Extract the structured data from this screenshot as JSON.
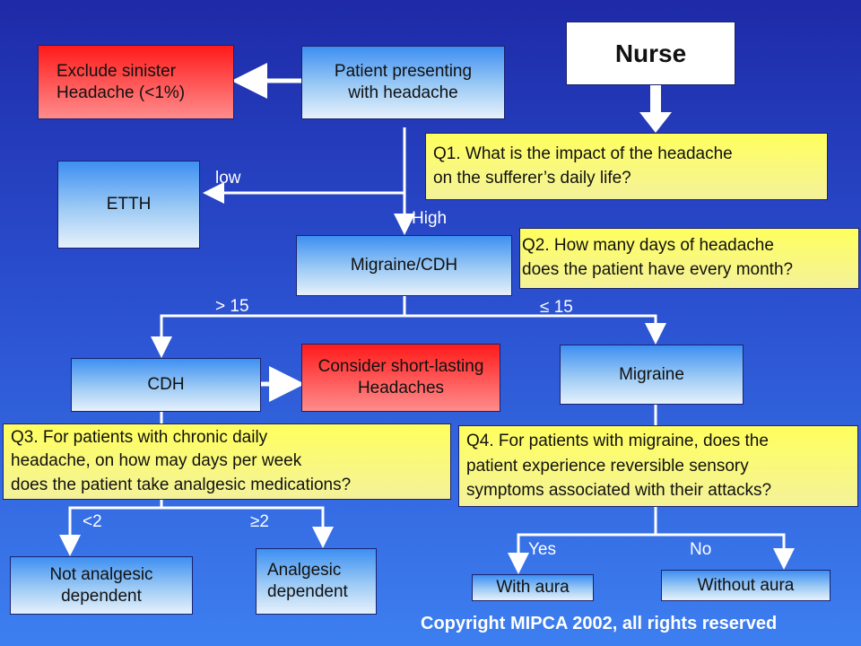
{
  "nodes": {
    "nurse": "Nurse",
    "exclude": "Exclude sinister\nHeadache (<1%)",
    "patient": "Patient presenting\nwith headache",
    "etth": "ETTH",
    "migraine_cdh": "Migraine/CDH",
    "cdh": "CDH",
    "short_lasting": "Consider short-lasting\nHeadaches",
    "migraine": "Migraine",
    "not_analgesic": "Not analgesic\ndependent",
    "analgesic": "Analgesic\ndependent",
    "with_aura": "With aura",
    "without_aura": "Without aura"
  },
  "questions": {
    "q1": "Q1. What is the impact of the headache\non the sufferer’s daily life?",
    "q2": "Q2. How many days of headache\ndoes the patient have every month?",
    "q3": "Q3. For patients with chronic daily\nheadache, on how may days per week\ndoes the patient take analgesic medications?",
    "q4": "Q4. For patients with migraine, does the\npatient experience reversible sensory\nsymptoms associated with their attacks?"
  },
  "edge_labels": {
    "low": "low",
    "high": "High",
    "gt15": "> 15",
    "le15": "≤ 15",
    "lt2": "<2",
    "ge2": "≥2",
    "yes": "Yes",
    "no": "No"
  },
  "copyright": "Copyright MIPCA 2002, all rights reserved",
  "colors": {
    "background": "#2a4fcf",
    "red_box": "#ff3333",
    "question_box": "#ffff66",
    "connector": "#ffffff"
  }
}
